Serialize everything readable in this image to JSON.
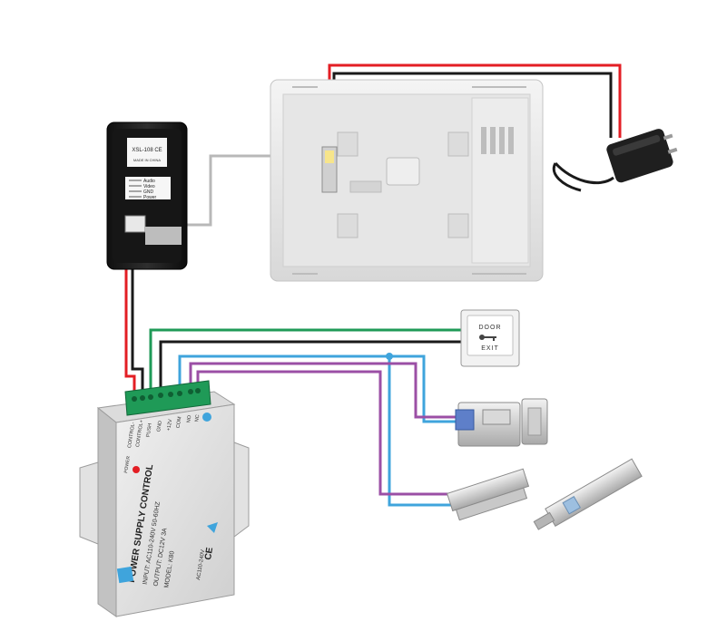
{
  "outdoor_unit": {
    "label_top": "XSL-108 CE",
    "label_small": "MADE IN CHINA",
    "wire_legend": [
      "Audio",
      "Video",
      "GND",
      "Power"
    ]
  },
  "button": {
    "text_top": "DOOR",
    "text_bottom": "EXIT"
  },
  "psu": {
    "brand_line": "POWER SUPPLY CONTROL",
    "input_line": "INPUT: AC110-240V 50-60HZ",
    "output_line": "OUTPUT: DC12V 3A",
    "model_line": "MODEL: K80",
    "power_label": "POWER",
    "terminals": [
      "CONTROL-",
      "CONTROL+",
      "PUSH",
      "GND",
      "+12V",
      "COM",
      "NO",
      "NC"
    ],
    "ac_label": "AC110-240V",
    "ce_mark": "CE"
  },
  "colors": {
    "red": "#e31e24",
    "black": "#1a1a1a",
    "green": "#1f9a57",
    "blue": "#3fa4dc",
    "purple": "#9b4fa5",
    "gray": "#b8b8b8"
  }
}
